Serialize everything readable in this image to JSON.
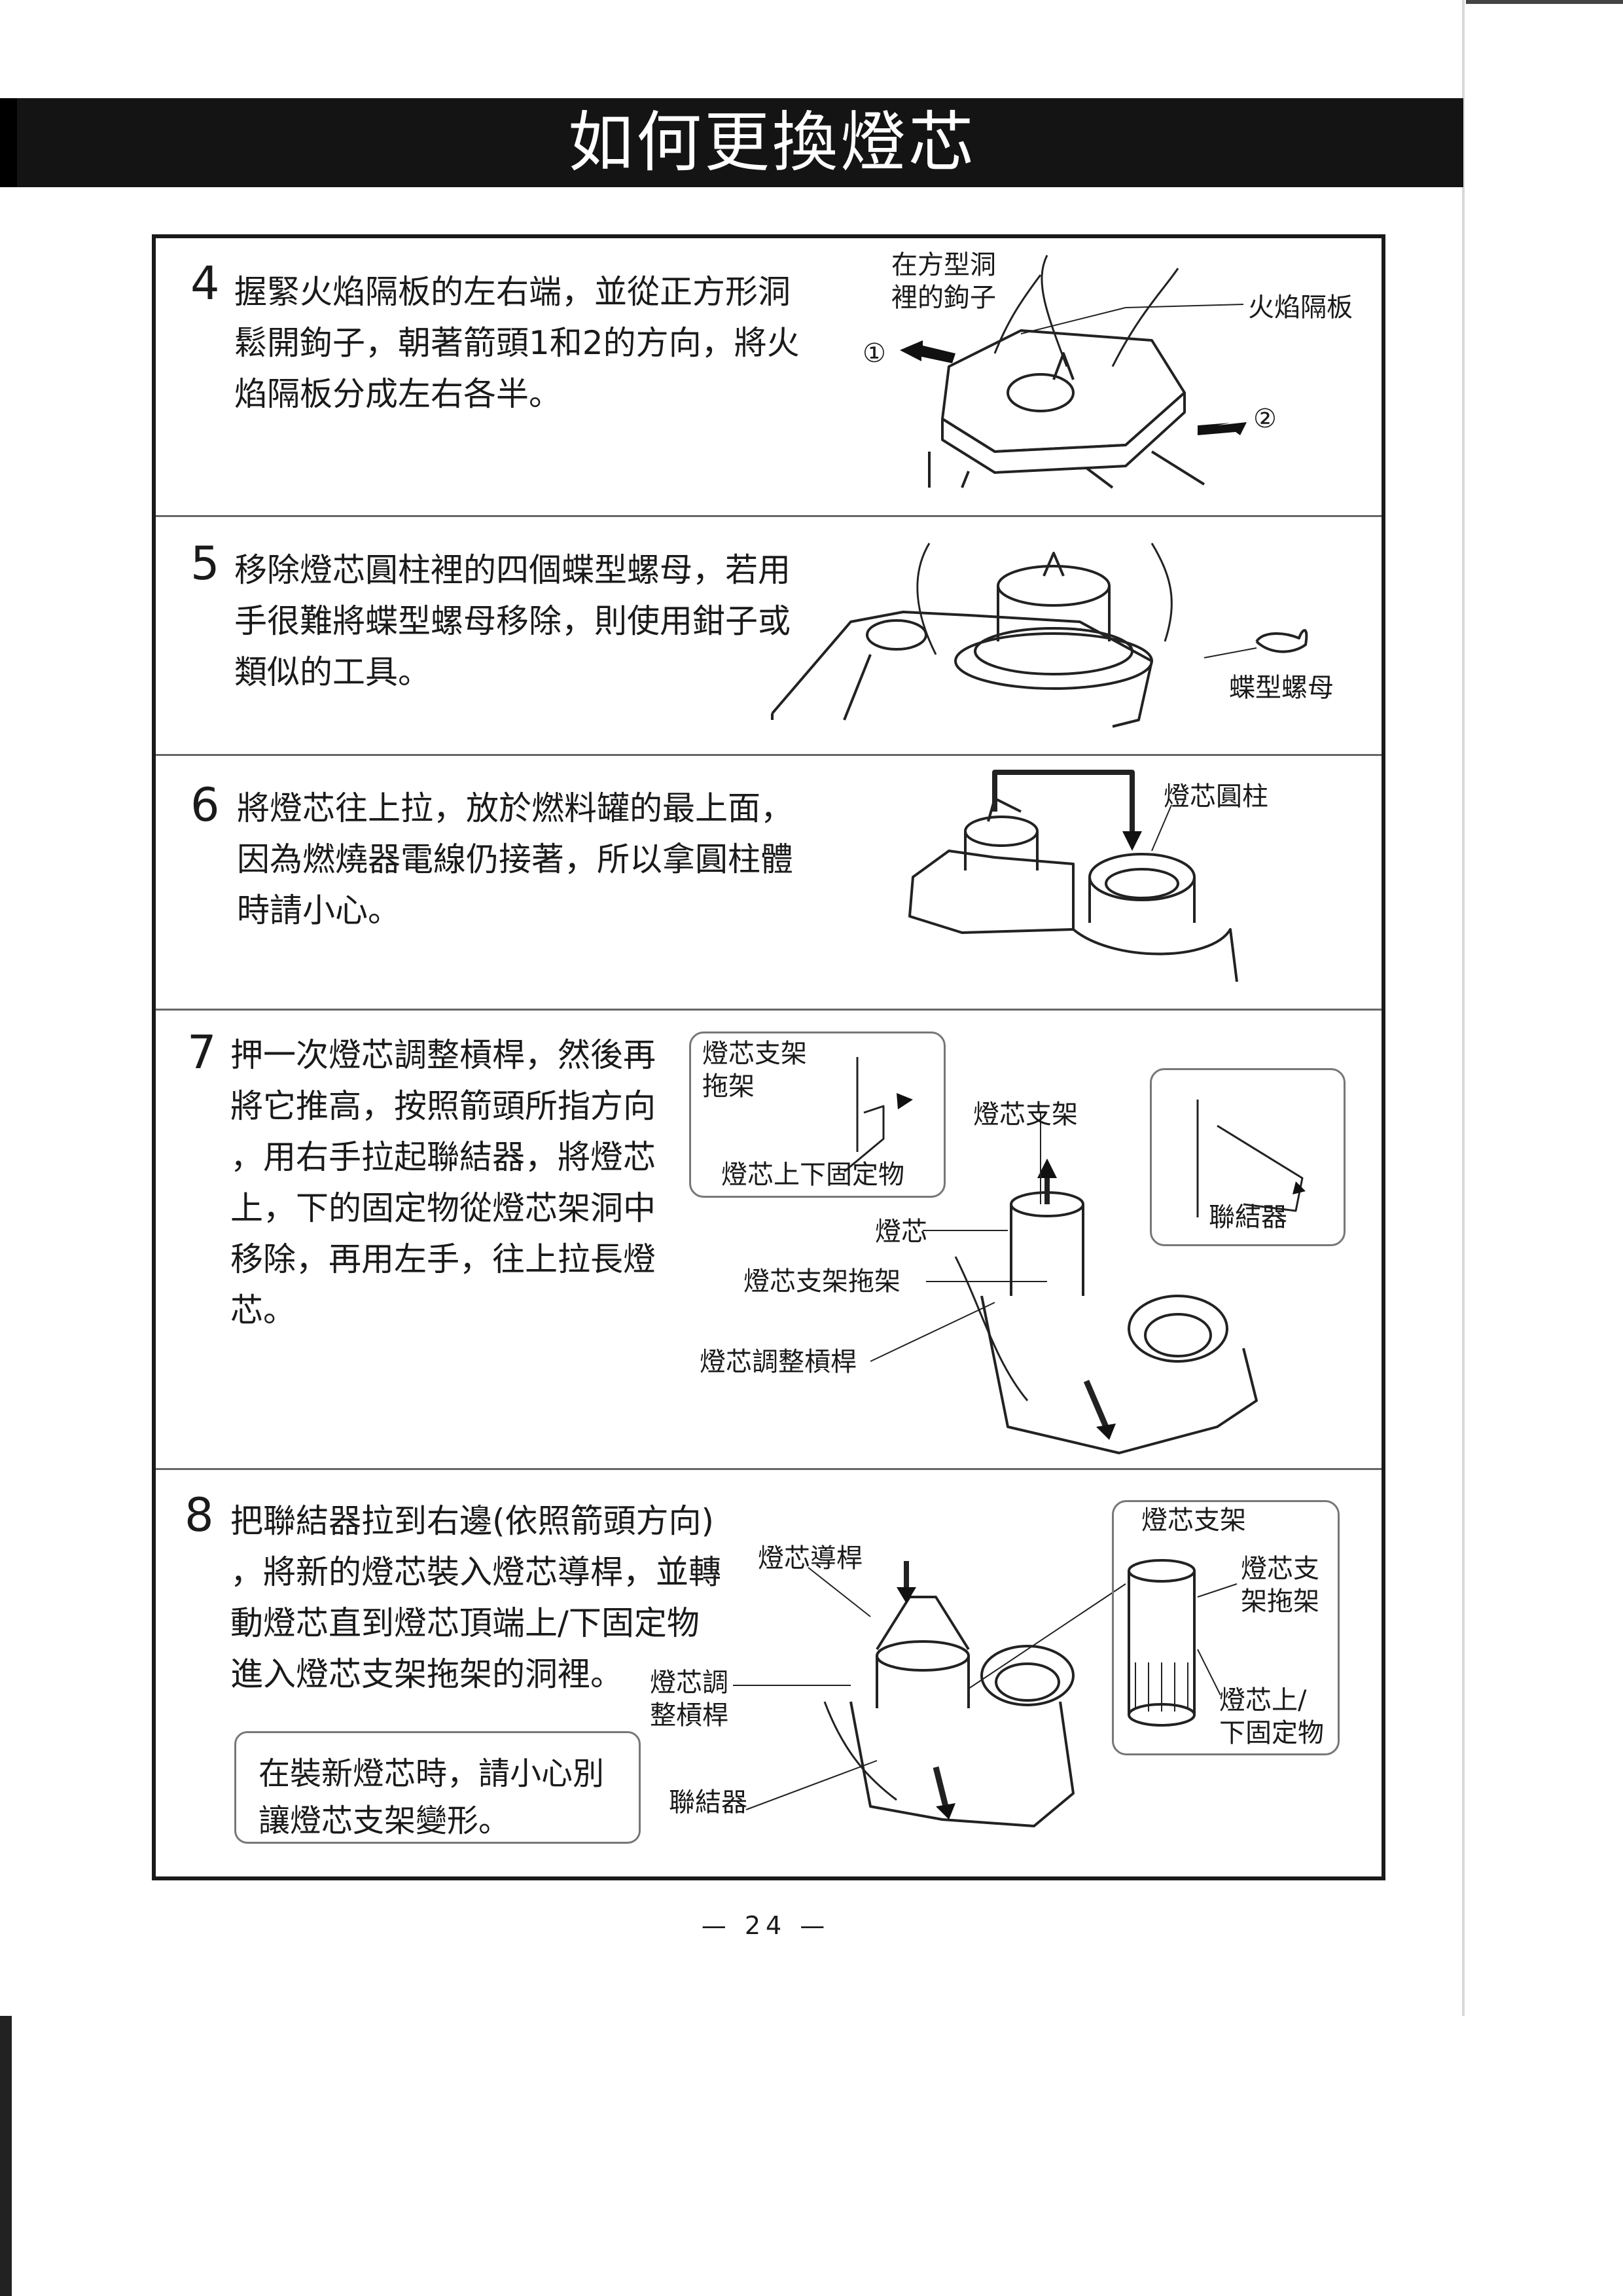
{
  "title": "如何更換燈芯",
  "steps": [
    {
      "number": "4",
      "lines": [
        "握緊火焰隔板的左右端，並從正方形洞",
        "鬆開鉤子，朝著箭頭1和2的方向，將火",
        "焰隔板分成左右各半。"
      ]
    },
    {
      "number": "5",
      "lines": [
        "移除燈芯圓柱裡的四個蝶型螺母，若用",
        "手很難將蝶型螺母移除，則使用鉗子或",
        "類似的工具。"
      ]
    },
    {
      "number": "6",
      "lines": [
        "將燈芯往上拉，放於燃料罐的最上面，",
        "因為燃燒器電線仍接著，所以拿圓柱體",
        "時請小心。"
      ]
    },
    {
      "number": "7",
      "lines": [
        "押一次燈芯調整槓桿，然後再",
        "將它推高，按照箭頭所指方向",
        "，用右手拉起聯結器，將燈芯",
        "上，下的固定物從燈芯架洞中",
        "移除，再用左手，往上拉長燈",
        "芯。"
      ]
    },
    {
      "number": "8",
      "lines": [
        "把聯結器拉到右邊(依照箭頭方向)",
        "，將新的燈芯裝入燈芯導桿，並轉",
        "動燈芯直到燈芯頂端上/下固定物",
        "進入燈芯支架拖架的洞裡。"
      ]
    }
  ],
  "labels": {
    "s4_hook": [
      "在方型洞",
      "裡的鉤子"
    ],
    "s4_plate": "火焰隔板",
    "s4_arrow1": "①",
    "s4_arrow2": "②",
    "s5_nut": "蝶型螺母",
    "s6_cylinder": "燈芯圓柱",
    "s7_inset_bracket": [
      "燈芯支架",
      "拖架"
    ],
    "s7_inset_fixer": "燈芯上下固定物",
    "s7_holder": "燈芯支架",
    "s7_connector": "聯結器",
    "s7_wick": "燈芯",
    "s7_bracket": "燈芯支架拖架",
    "s7_lever": "燈芯調整槓桿",
    "s8_guide": "燈芯導桿",
    "s8_lever": [
      "燈芯調",
      "整槓桿"
    ],
    "s8_connector": "聯結器",
    "s8_holder": "燈芯支架",
    "s8_bracket": [
      "燈芯支",
      "架拖架"
    ],
    "s8_fixer": [
      "燈芯上/",
      "下固定物"
    ]
  },
  "note": [
    "在裝新燈芯時，請小心別",
    "讓燈芯支架變形。"
  ],
  "page_number": "— 24 —"
}
